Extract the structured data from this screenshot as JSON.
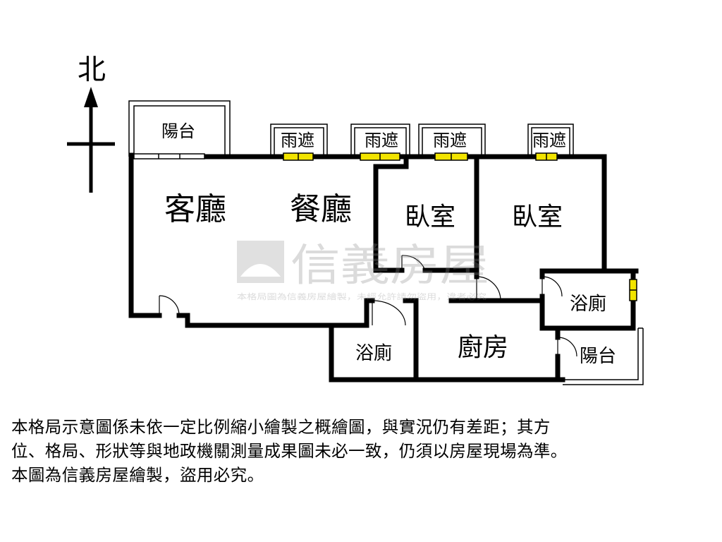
{
  "compass": {
    "north_label": "北"
  },
  "rooms": {
    "balcony_north": "陽台",
    "canopy_1": "雨遮",
    "canopy_2": "雨遮",
    "canopy_3": "雨遮",
    "canopy_4": "雨遮",
    "living_room": "客廳",
    "dining_room": "餐廳",
    "bedroom_1": "臥室",
    "bedroom_2": "臥室",
    "bathroom_1": "浴廁",
    "bathroom_2": "浴廁",
    "kitchen": "廚房",
    "balcony_south": "陽台"
  },
  "watermark": {
    "brand": "信義房屋",
    "notice": "本格局圖為信義房屋繪製，未經允許請勿盜用，違者必究"
  },
  "disclaimer": {
    "line1": "本格局示意圖係未依一定比例縮小繪製之概繪圖，與實況仍有差距；其方",
    "line2": "位、格局、形狀等與地政機關測量成果圖未必一致，仍須以房屋現場為準。",
    "line3": "本圖為信義房屋繪製，盜用必究。"
  }
}
